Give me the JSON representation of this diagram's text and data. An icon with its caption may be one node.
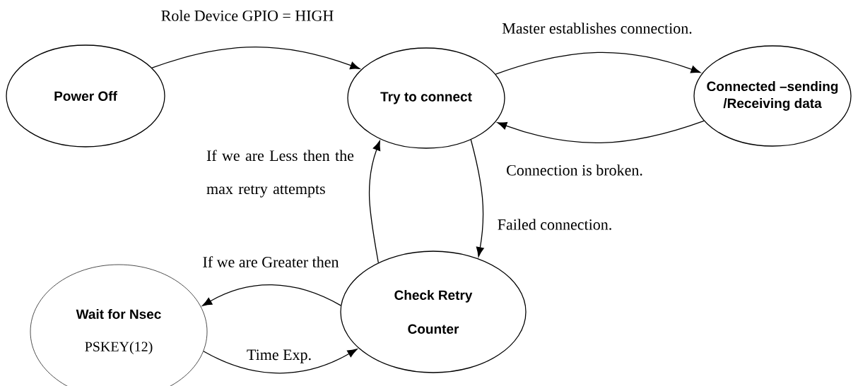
{
  "diagram": {
    "nodes": [
      {
        "text": [
          "Power Off"
        ]
      },
      {
        "text": [
          "Try to connect"
        ]
      },
      {
        "text": [
          "Connected –sending /Receiving data"
        ]
      },
      {
        "text": [
          "Check Retry Counter"
        ]
      },
      {
        "text": [
          "Wait for Nsec",
          "PSKEY(12)"
        ]
      }
    ],
    "edges": [
      {
        "from": 0,
        "to": 1,
        "arrow": "to",
        "label": "Role Device GPIO = HIGH"
      },
      {
        "from": 1,
        "to": 2,
        "arrow": "to",
        "label": "Master establishes connection."
      },
      {
        "from": 2,
        "to": 1,
        "arrow": "to",
        "label": "Connection is broken."
      },
      {
        "from": 1,
        "to": 3,
        "arrow": "to",
        "label": "Failed connection."
      },
      {
        "from": 3,
        "to": 1,
        "arrow": "to",
        "label": "If we are Less then the max retry attempts"
      },
      {
        "from": 3,
        "to": 4,
        "arrow": "to",
        "label": "If we are Greater then"
      },
      {
        "from": 4,
        "to": 3,
        "arrow": "to",
        "label": "Time Exp."
      }
    ]
  }
}
